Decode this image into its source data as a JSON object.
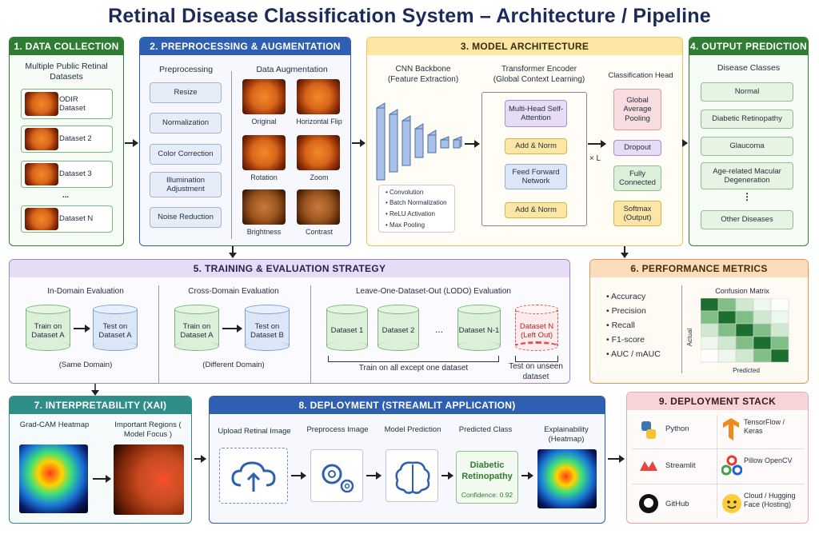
{
  "title": "Retinal Disease Classification System – Architecture / Pipeline",
  "colors": {
    "green": "#2e7d32",
    "blue": "#2f5fb0",
    "yellow": "#f0c35a",
    "orange": "#e8954a",
    "purple": "#9c85c9",
    "teal": "#2f8f88",
    "red_light": "#e9a8ad"
  },
  "data_collection": {
    "header": "1. DATA COLLECTION",
    "subtitle": "Multiple Public Retinal Datasets",
    "datasets": [
      "ODIR Dataset",
      "Dataset 2",
      "Dataset 3",
      "Dataset N"
    ],
    "ellipsis": "..."
  },
  "preprocessing": {
    "header": "2. PREPROCESSING & AUGMENTATION",
    "pre_title": "Preprocessing",
    "steps": [
      "Resize",
      "Normalization",
      "Color Correction",
      "Illumination Adjustment",
      "Noise Reduction"
    ],
    "aug_title": "Data Augmentation",
    "augs": [
      "Original",
      "Horizontal Flip",
      "Rotation",
      "Zoom",
      "Brightness",
      "Contrast"
    ]
  },
  "model": {
    "header": "3. MODEL ARCHITECTURE",
    "cnn_title": "CNN Backbone\n(Feature Extraction)",
    "cnn_layers": [
      "Convolution",
      "Batch Normalization",
      "ReLU Activation",
      "Max Pooling"
    ],
    "trans_title": "Transformer Encoder\n(Global Context Learning)",
    "mhsa": "Multi-Head Self-Attention",
    "addnorm": "Add & Norm",
    "ffn": "Feed Forward Network",
    "repeat": "× L",
    "head_title": "Classification Head",
    "gap": "Global Average Pooling",
    "dropout": "Dropout",
    "fc": "Fully Connected",
    "softmax": "Softmax (Output)"
  },
  "output": {
    "header": "4. OUTPUT PREDICTION",
    "subtitle": "Disease Classes",
    "classes": [
      "Normal",
      "Diabetic Retinopathy",
      "Glaucoma",
      "Age-related Macular Degeneration",
      "Other Diseases"
    ],
    "ellipsis": "⋮"
  },
  "training": {
    "header": "5. TRAINING & EVALUATION STRATEGY",
    "in_domain": {
      "title": "In-Domain Evaluation",
      "train": "Train on Dataset A",
      "test": "Test on Dataset A",
      "note": "(Same Domain)"
    },
    "cross_domain": {
      "title": "Cross-Domain Evaluation",
      "train": "Train on Dataset A",
      "test": "Test on Dataset B",
      "note": "(Different Domain)"
    },
    "lodo": {
      "title": "Leave-One-Dataset-Out (LODO) Evaluation",
      "sets": [
        "Dataset 1",
        "Dataset 2",
        "Dataset N-1"
      ],
      "ellipsis": "...",
      "left_out": "Dataset N (Left Out)",
      "train_note": "Train on all except one dataset",
      "test_note": "Test on unseen dataset"
    }
  },
  "metrics": {
    "header": "6. PERFORMANCE METRICS",
    "items": [
      "Accuracy",
      "Precision",
      "Recall",
      "F1-score",
      "AUC / mAUC"
    ],
    "cm_title": "Confusion Matrix",
    "cm_xlabel": "Predicted",
    "cm_ylabel": "Actual"
  },
  "xai": {
    "header": "7. INTERPRETABILITY (XAI)",
    "gradcam": "Grad-CAM Heatmap",
    "regions": "Important Regions ( Model Focus )"
  },
  "deployment": {
    "header": "8. DEPLOYMENT (STREAMLIT APPLICATION)",
    "upload": "Upload Retinal Image",
    "preprocess": "Preprocess Image",
    "predict": "Model Prediction",
    "predicted": "Predicted Class",
    "pred_value": "Diabetic Retinopathy",
    "confidence": "Confidence: 0.92",
    "explain": "Explainability (Heatmap)"
  },
  "stack": {
    "header": "9. DEPLOYMENT STACK",
    "items": [
      {
        "name": "Python",
        "icon": "python-icon"
      },
      {
        "name": "TensorFlow / Keras",
        "icon": "tensorflow-icon"
      },
      {
        "name": "Streamlit",
        "icon": "streamlit-icon"
      },
      {
        "name": "Pillow OpenCV",
        "icon": "opencv-icon"
      },
      {
        "name": "GitHub",
        "icon": "github-icon"
      },
      {
        "name": "Cloud / Hugging Face (Hosting)",
        "icon": "huggingface-icon"
      }
    ]
  }
}
